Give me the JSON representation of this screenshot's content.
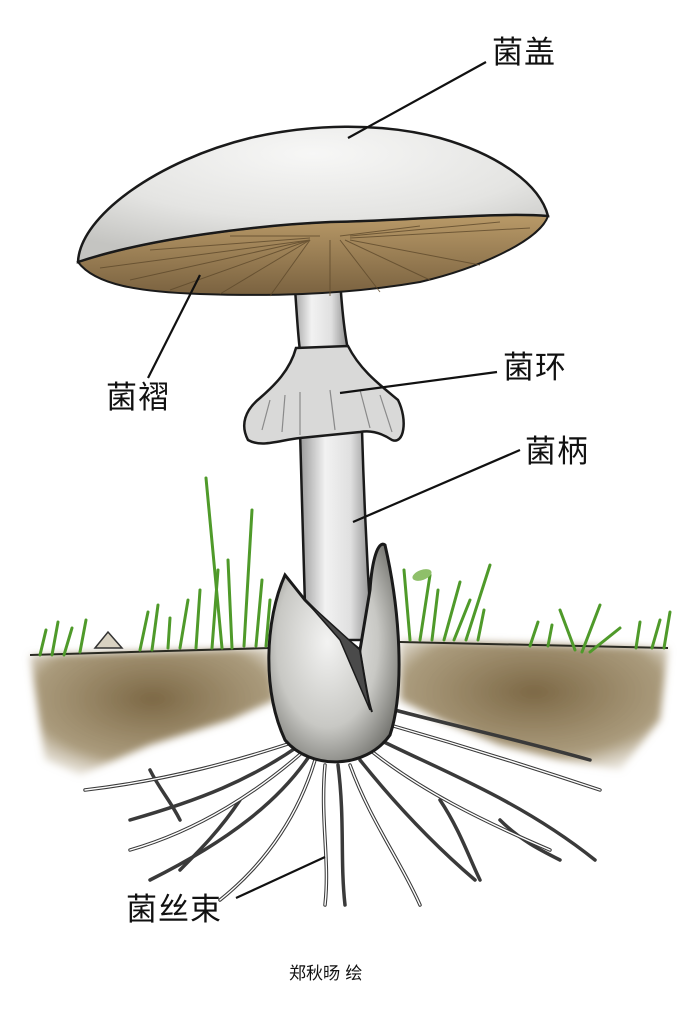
{
  "diagram": {
    "subject": "mushroom anatomy",
    "labels": {
      "cap": "菌盖",
      "gills": "菌褶",
      "ring": "菌环",
      "stem": "菌柄",
      "rhizomorph": "菌丝束"
    },
    "credit": "郑秋旸 绘"
  },
  "colors": {
    "background": "#ffffff",
    "cap": "#e6e6e4",
    "gills": "#a88a5c",
    "stem": "#e2e2e2",
    "volva": "#c9c9c6",
    "soil": "#8a7552",
    "grass": "#4f9a2a",
    "outline": "#1a1a1a"
  }
}
